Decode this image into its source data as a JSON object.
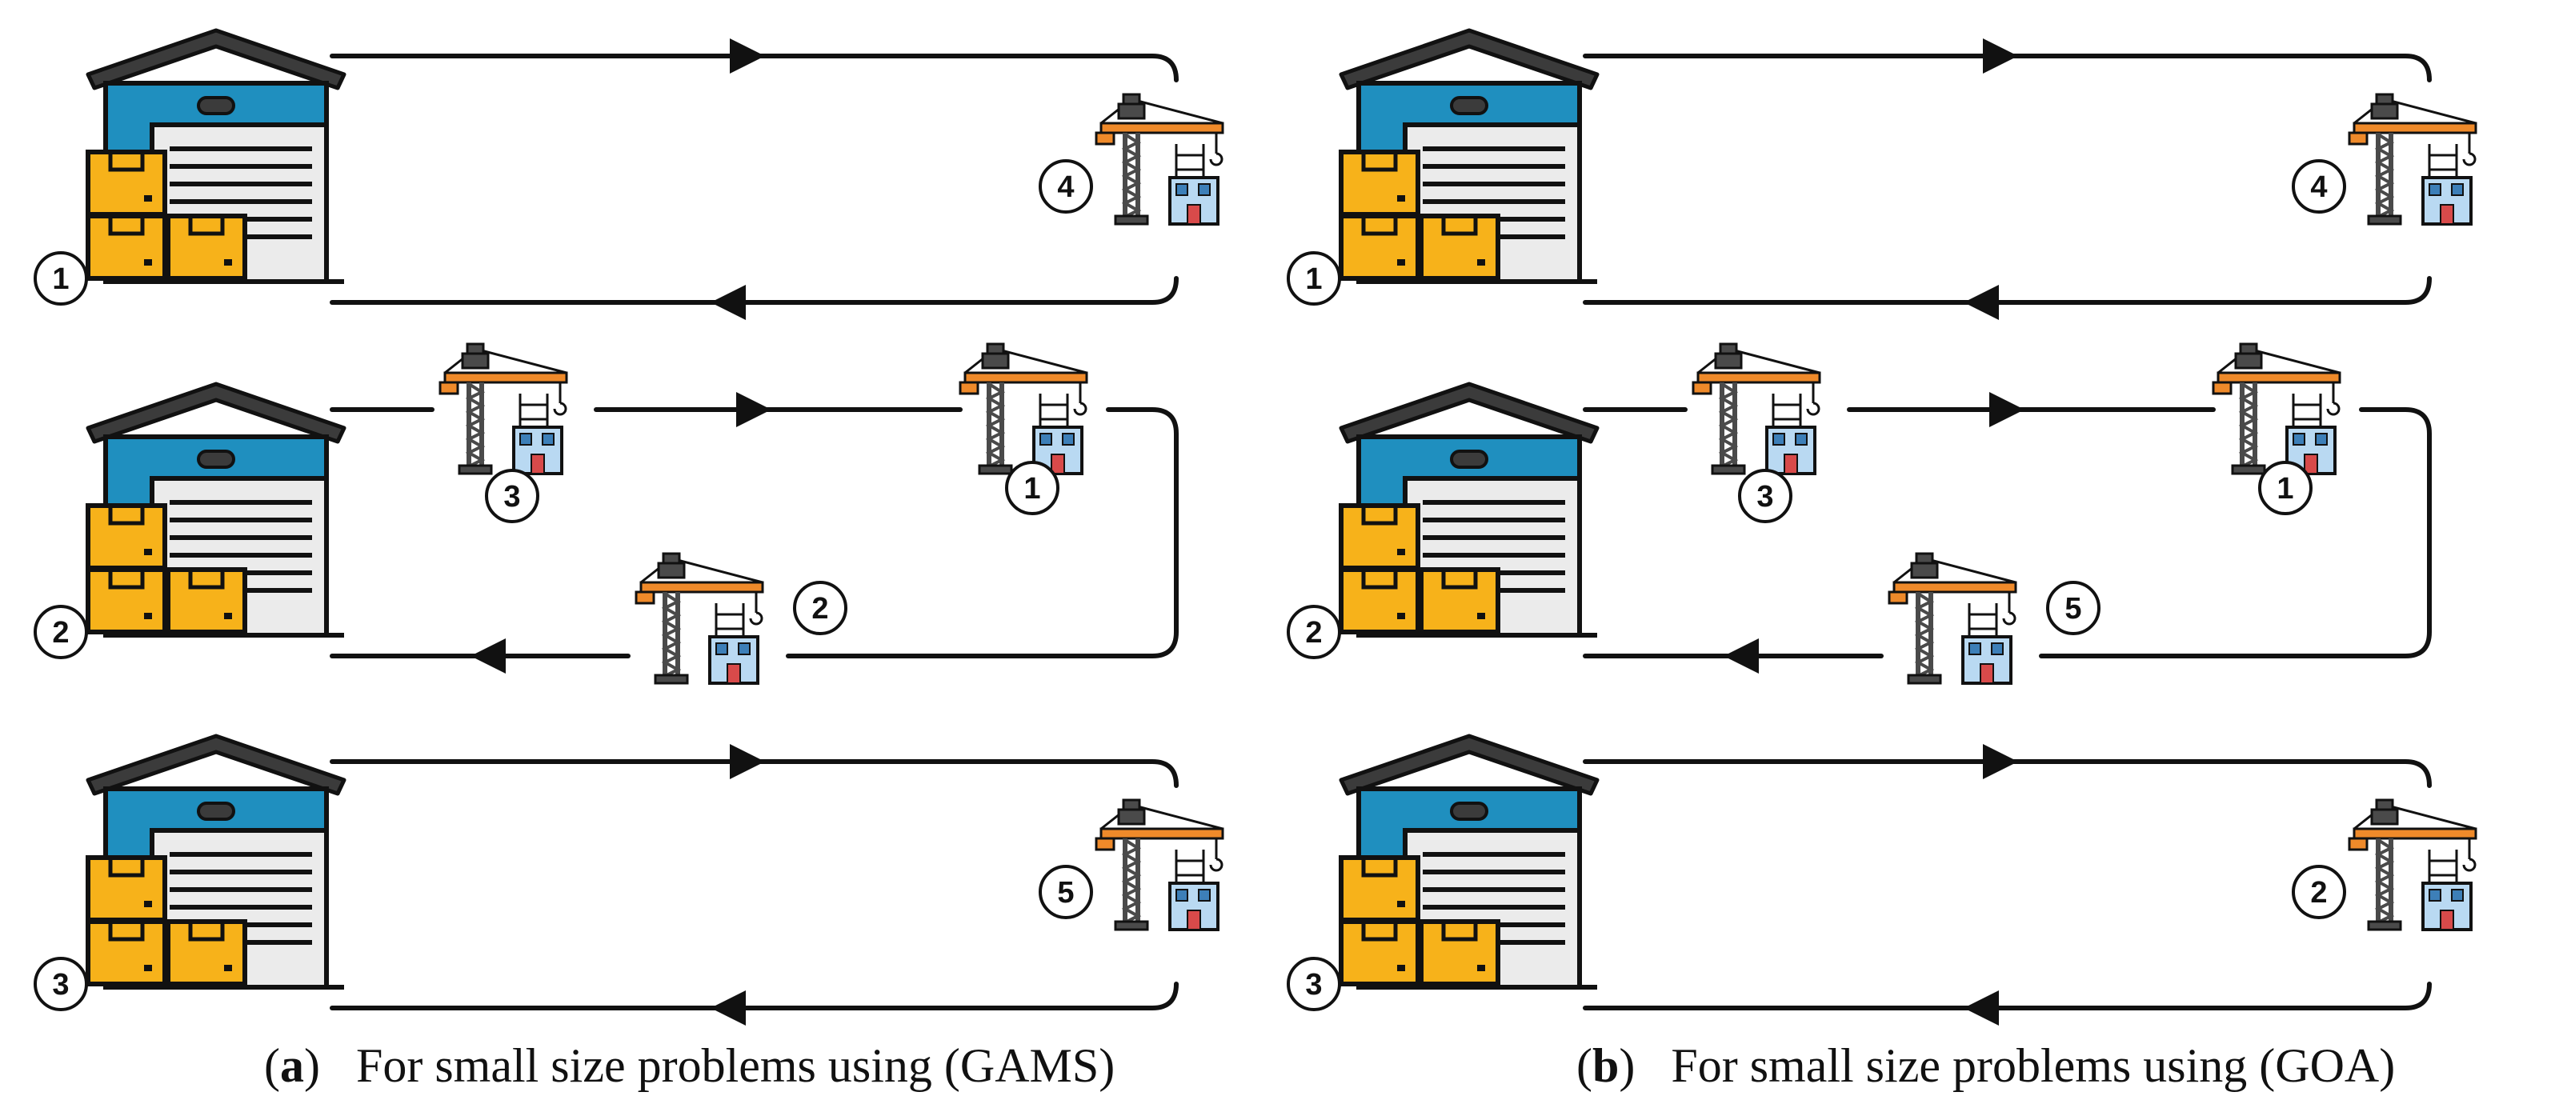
{
  "colors": {
    "line": "#111111",
    "roof": "#3b3b3b",
    "roof_inner": "#e9e9e9",
    "warehouse": "#1f8fbf",
    "door": "#ebebeb",
    "box": "#f7b21a",
    "crane_tower": "#4a4a4a",
    "crane_jib": "#ef8a2a",
    "building": "#b9d9f2",
    "building_door": "#d84a4a"
  },
  "icons": {
    "warehouse": "warehouse-icon",
    "construction_site": "crane-construction-site-icon"
  },
  "panels": [
    {
      "id": "a",
      "caption_tag": "a",
      "caption_text": "For small size problems using (GAMS)",
      "rows": [
        {
          "warehouse_label": "1",
          "site_labels": [
            "4"
          ]
        },
        {
          "warehouse_label": "2",
          "site_labels": [
            "3",
            "1",
            "2"
          ]
        },
        {
          "warehouse_label": "3",
          "site_labels": [
            "5"
          ]
        }
      ]
    },
    {
      "id": "b",
      "caption_tag": "b",
      "caption_text": "For small size problems using (GOA)",
      "rows": [
        {
          "warehouse_label": "1",
          "site_labels": [
            "4"
          ]
        },
        {
          "warehouse_label": "2",
          "site_labels": [
            "3",
            "1",
            "5"
          ]
        },
        {
          "warehouse_label": "3",
          "site_labels": [
            "2"
          ]
        }
      ]
    }
  ]
}
